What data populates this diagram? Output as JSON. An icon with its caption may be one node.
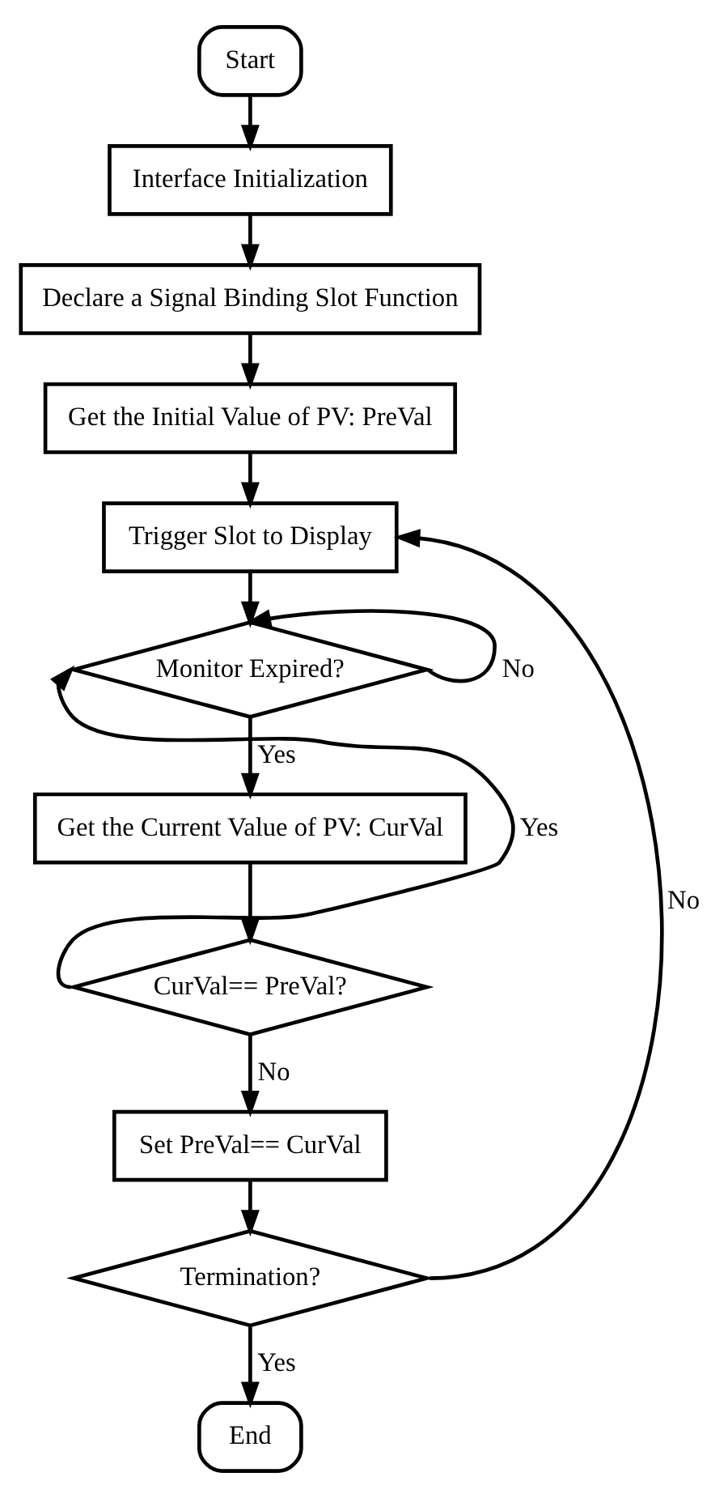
{
  "diagram": {
    "nodes": [
      {
        "text": [
          "Start"
        ]
      },
      {
        "text": [
          "Interface Initialization"
        ]
      },
      {
        "text": [
          "Declare a Signal Binding Slot Function"
        ]
      },
      {
        "text": [
          "Get the Initial Value of PV: PreVal"
        ]
      },
      {
        "text": [
          "Trigger Slot to Display"
        ]
      },
      {
        "text": [
          "Monitor Expired?"
        ]
      },
      {
        "text": [
          "Get the Current Value of PV: CurVal"
        ]
      },
      {
        "text": [
          "CurVal== PreVal?"
        ]
      },
      {
        "text": [
          "Set PreVal== CurVal"
        ]
      },
      {
        "text": [
          "Termination?"
        ]
      },
      {
        "text": [
          "End"
        ]
      }
    ],
    "edges": [
      {
        "from": 0,
        "to": 1,
        "arrow": "to"
      },
      {
        "from": 1,
        "to": 2,
        "arrow": "to"
      },
      {
        "from": 2,
        "to": 3,
        "arrow": "to"
      },
      {
        "from": 3,
        "to": 4,
        "arrow": "to"
      },
      {
        "from": 4,
        "to": 5,
        "arrow": "to"
      },
      {
        "from": 5,
        "to": 5,
        "label": "No",
        "arrow": "to"
      },
      {
        "from": 5,
        "to": 6,
        "label": "Yes",
        "arrow": "to"
      },
      {
        "from": 6,
        "to": 7,
        "arrow": "to"
      },
      {
        "from": 7,
        "to": 5,
        "label": "Yes",
        "arrow": "to"
      },
      {
        "from": 7,
        "to": 8,
        "label": "No",
        "arrow": "to"
      },
      {
        "from": 8,
        "to": 9,
        "arrow": "to"
      },
      {
        "from": 9,
        "to": 4,
        "label": "No",
        "arrow": "to"
      },
      {
        "from": 9,
        "to": 10,
        "label": "Yes",
        "arrow": "to"
      }
    ]
  }
}
